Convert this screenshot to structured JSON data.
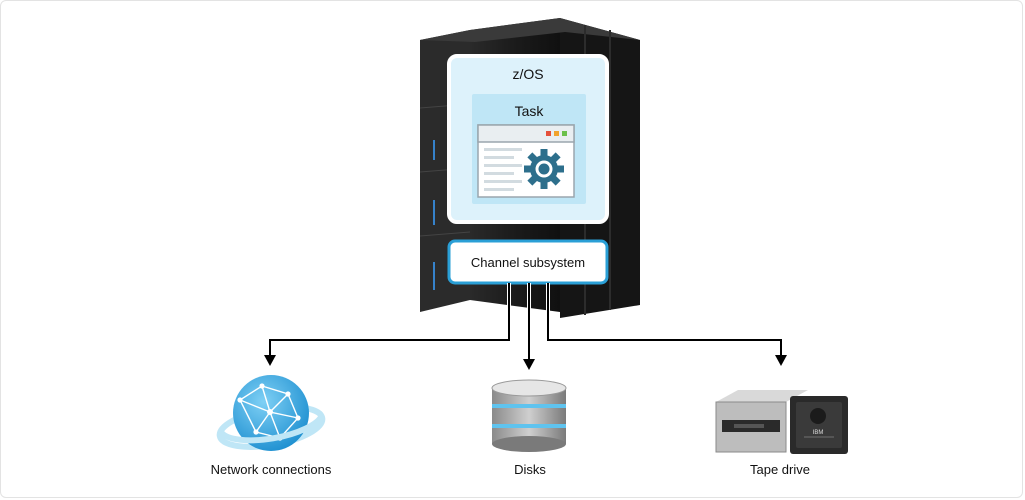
{
  "diagram": {
    "zos_label": "z/OS",
    "task_label": "Task",
    "channel_label": "Channel subsystem",
    "endpoints": {
      "network_label": "Network connections",
      "disks_label": "Disks",
      "tape_label": "Tape drive"
    },
    "tape_brand": "IBM"
  },
  "colors": {
    "box_fill": "#ddf2fb",
    "box_border": "#2a9fd6",
    "gear": "#2d6f8c",
    "globe": "#2a9fd6",
    "rack": "#1e1e1e",
    "arrow": "#000000"
  },
  "icons": [
    "globe-icon",
    "disk-stack-icon",
    "tape-drive-icon",
    "gear-icon",
    "mainframe-rack"
  ]
}
